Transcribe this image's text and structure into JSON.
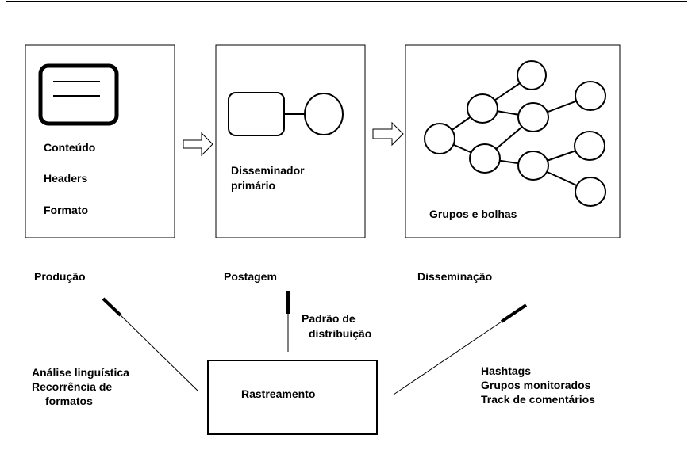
{
  "stage_boxes": {
    "production": {
      "items": [
        "Conteúdo",
        "Headers",
        "Formato"
      ]
    },
    "posting": {
      "label_line1": "Disseminador",
      "label_line2": "primário"
    },
    "dissemination": {
      "label": "Grupos e bolhas"
    }
  },
  "stage_titles": {
    "production": "Produção",
    "posting": "Postagem",
    "dissemination": "Disseminação"
  },
  "tracking": {
    "label": "Rastreamento"
  },
  "methods": {
    "production_line1": "Análise linguística",
    "production_line2": "Recorrência de",
    "production_line3": "formatos",
    "posting_line1": "Padrão de",
    "posting_line2": "distribuição",
    "dissemination_line1": "Hashtags",
    "dissemination_line2": "Grupos monitorados",
    "dissemination_line3": "Track de comentários"
  },
  "colors": {
    "stroke": "#000000",
    "background": "#ffffff"
  }
}
